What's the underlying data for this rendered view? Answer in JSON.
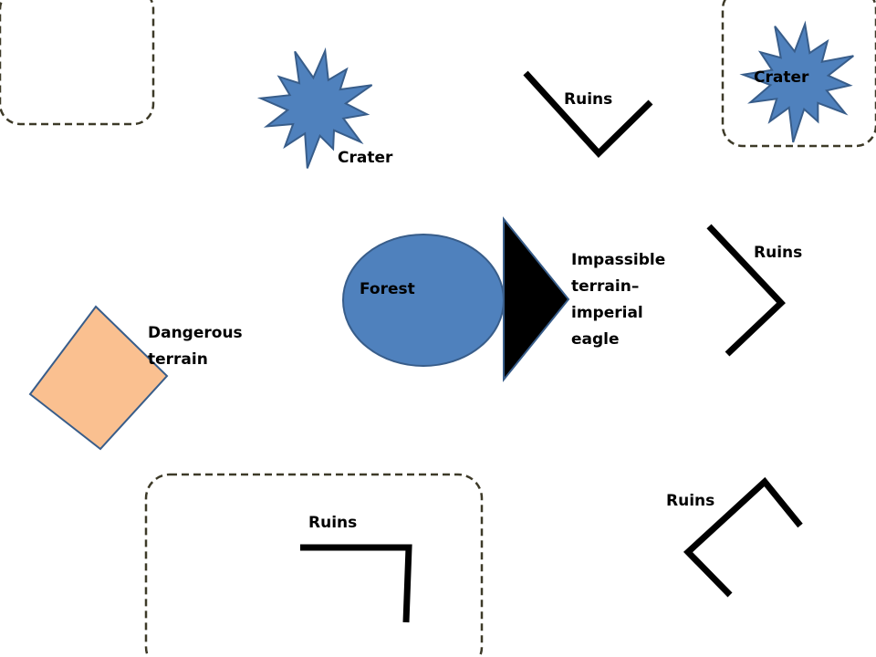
{
  "labels": {
    "crater_1": "Crater",
    "crater_2": "Crater",
    "ruins_1": "Ruins",
    "ruins_2": "Ruins",
    "ruins_3": "Ruins",
    "ruins_4": "Ruins",
    "forest": "Forest",
    "impassable": [
      "Impassible",
      "terrain–",
      "imperial",
      "eagle"
    ],
    "dangerous": [
      "Dangerous",
      "terrain"
    ]
  },
  "colors": {
    "crater_fill": "#4F81BD",
    "forest_fill": "#4F81BD",
    "shape_stroke": "#385D8A",
    "dangerous_fill": "#FAC090",
    "impassable_fill": "#000000",
    "zone_border": "#3D3A28",
    "ruins_line": "#000000"
  }
}
